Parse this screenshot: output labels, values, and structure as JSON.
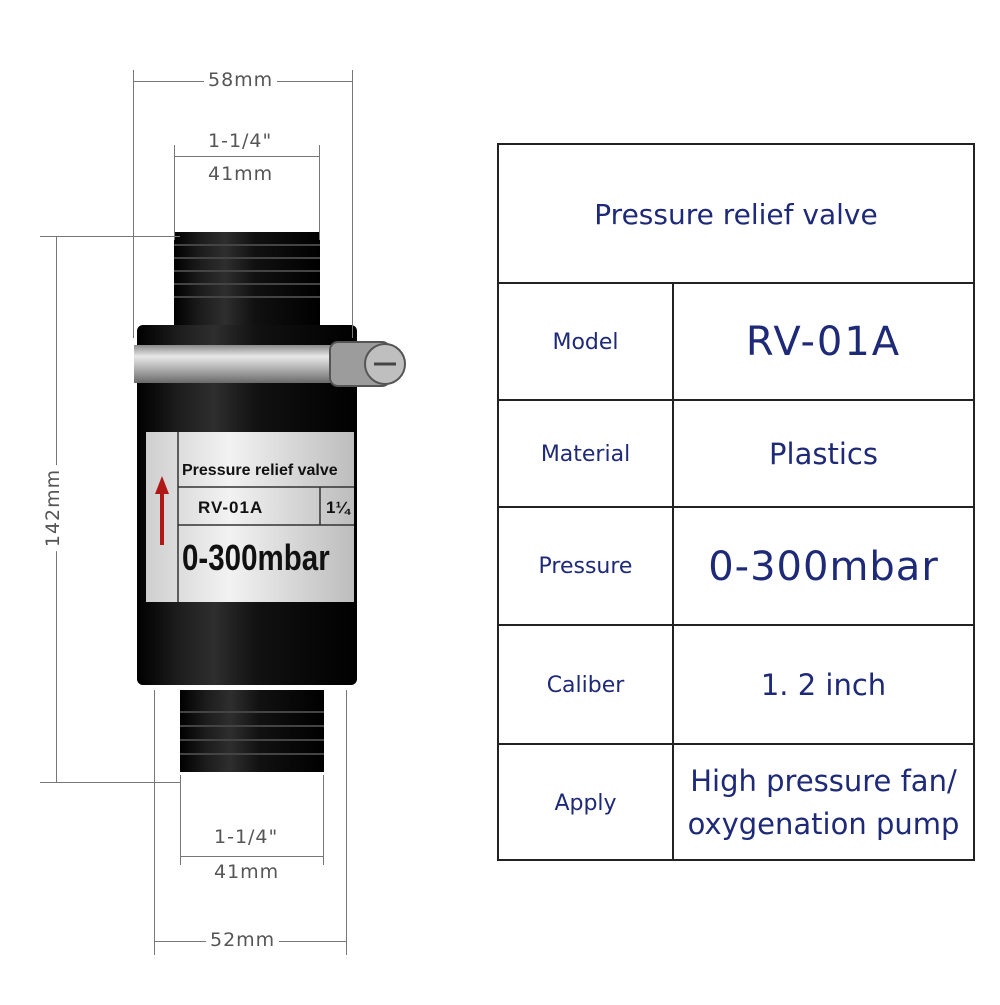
{
  "dimensions": {
    "top_outer": "58mm",
    "top_thread_in": "1-1/4\"",
    "top_thread_mm": "41mm",
    "height": "142mm",
    "bottom_thread_in": "1-1/4\"",
    "bottom_thread_mm": "41mm",
    "bottom_outer": "52mm"
  },
  "product_label": {
    "title": "Pressure relief valve",
    "model": "RV-01A",
    "size_fragment": "1¼",
    "range": "0-300mbar"
  },
  "table": {
    "title": "Pressure relief valve",
    "rows": [
      {
        "label": "Model",
        "value": "RV-01A"
      },
      {
        "label": "Material",
        "value": "Plastics"
      },
      {
        "label": "Pressure",
        "value": "0-300mbar"
      },
      {
        "label": "Caliber",
        "value": "1. 2 inch"
      },
      {
        "label": "Apply",
        "value_line1": "High pressure fan/",
        "value_line2": "oxygenation pump"
      }
    ]
  },
  "colors": {
    "table_text": "#1e2a78",
    "body": "#0d0d0d",
    "label_arrow": "#b01818"
  }
}
